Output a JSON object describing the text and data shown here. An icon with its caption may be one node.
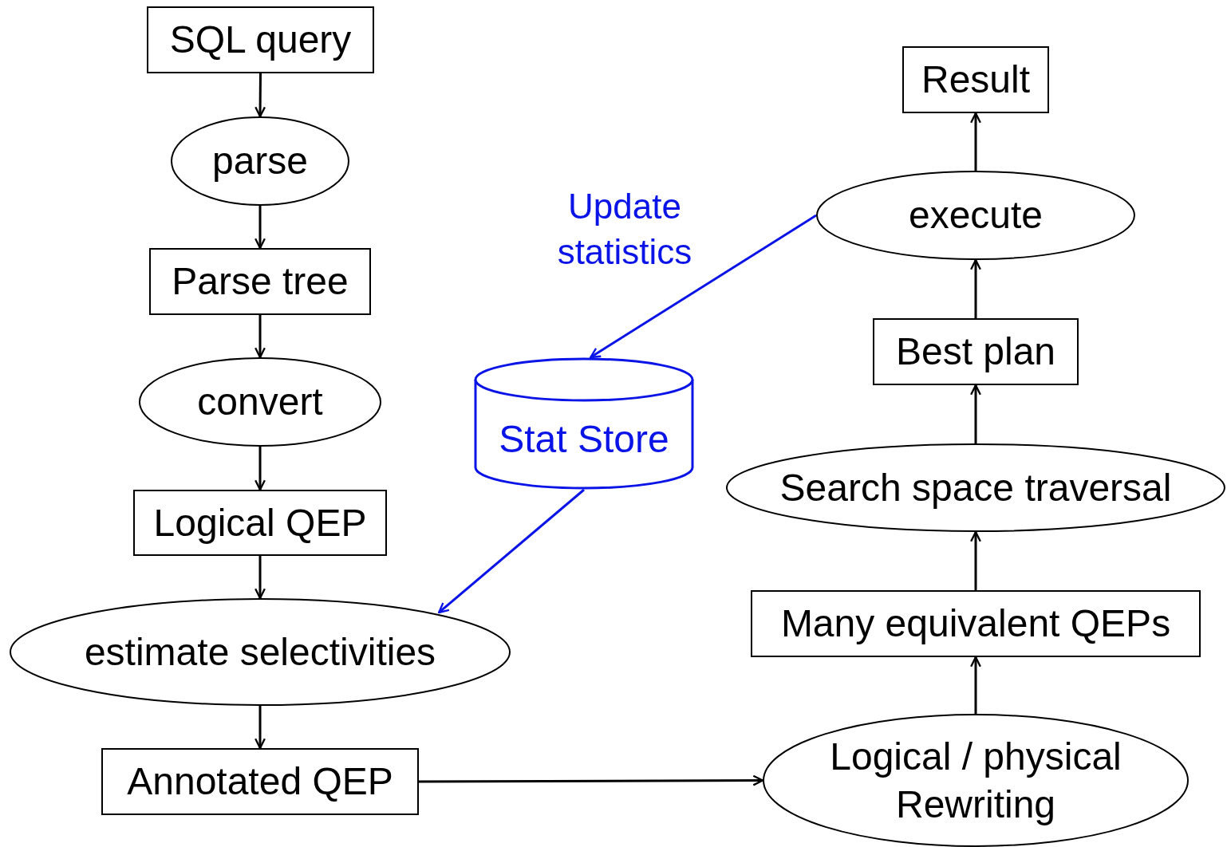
{
  "diagram": {
    "nodes": [
      {
        "text": [
          "SQL query"
        ]
      },
      {
        "text": [
          "parse"
        ]
      },
      {
        "text": [
          "Parse tree"
        ]
      },
      {
        "text": [
          "convert"
        ]
      },
      {
        "text": [
          "Logical QEP"
        ]
      },
      {
        "text": [
          "estimate selectivities"
        ]
      },
      {
        "text": [
          "Annotated QEP"
        ]
      },
      {
        "text": [
          "Logical / physical Rewriting"
        ]
      },
      {
        "text": [
          "Many equivalent QEPs"
        ]
      },
      {
        "text": [
          "Search space traversal"
        ]
      },
      {
        "text": [
          "Best plan"
        ]
      },
      {
        "text": [
          "execute"
        ]
      },
      {
        "text": [
          "Result"
        ]
      },
      {
        "text": [
          "Stat Store"
        ]
      }
    ],
    "edges": [
      {
        "from": 0,
        "to": 1,
        "arrow": "to"
      },
      {
        "from": 1,
        "to": 2,
        "arrow": "to"
      },
      {
        "from": 2,
        "to": 3,
        "arrow": "to"
      },
      {
        "from": 3,
        "to": 4,
        "arrow": "to"
      },
      {
        "from": 4,
        "to": 5,
        "arrow": "to"
      },
      {
        "from": 5,
        "to": 6,
        "arrow": "to"
      },
      {
        "from": 6,
        "to": 7,
        "arrow": "to"
      },
      {
        "from": 7,
        "to": 8,
        "arrow": "to"
      },
      {
        "from": 8,
        "to": 9,
        "arrow": "to"
      },
      {
        "from": 9,
        "to": 10,
        "arrow": "to"
      },
      {
        "from": 10,
        "to": 11,
        "arrow": "to"
      },
      {
        "from": 11,
        "to": 12,
        "arrow": "to"
      },
      {
        "from": 11,
        "to": 13,
        "arrow": "to",
        "label": "Update statistics",
        "color": "#0a14e6"
      },
      {
        "from": 13,
        "to": 5,
        "arrow": "to",
        "color": "#0a14e6"
      }
    ]
  }
}
